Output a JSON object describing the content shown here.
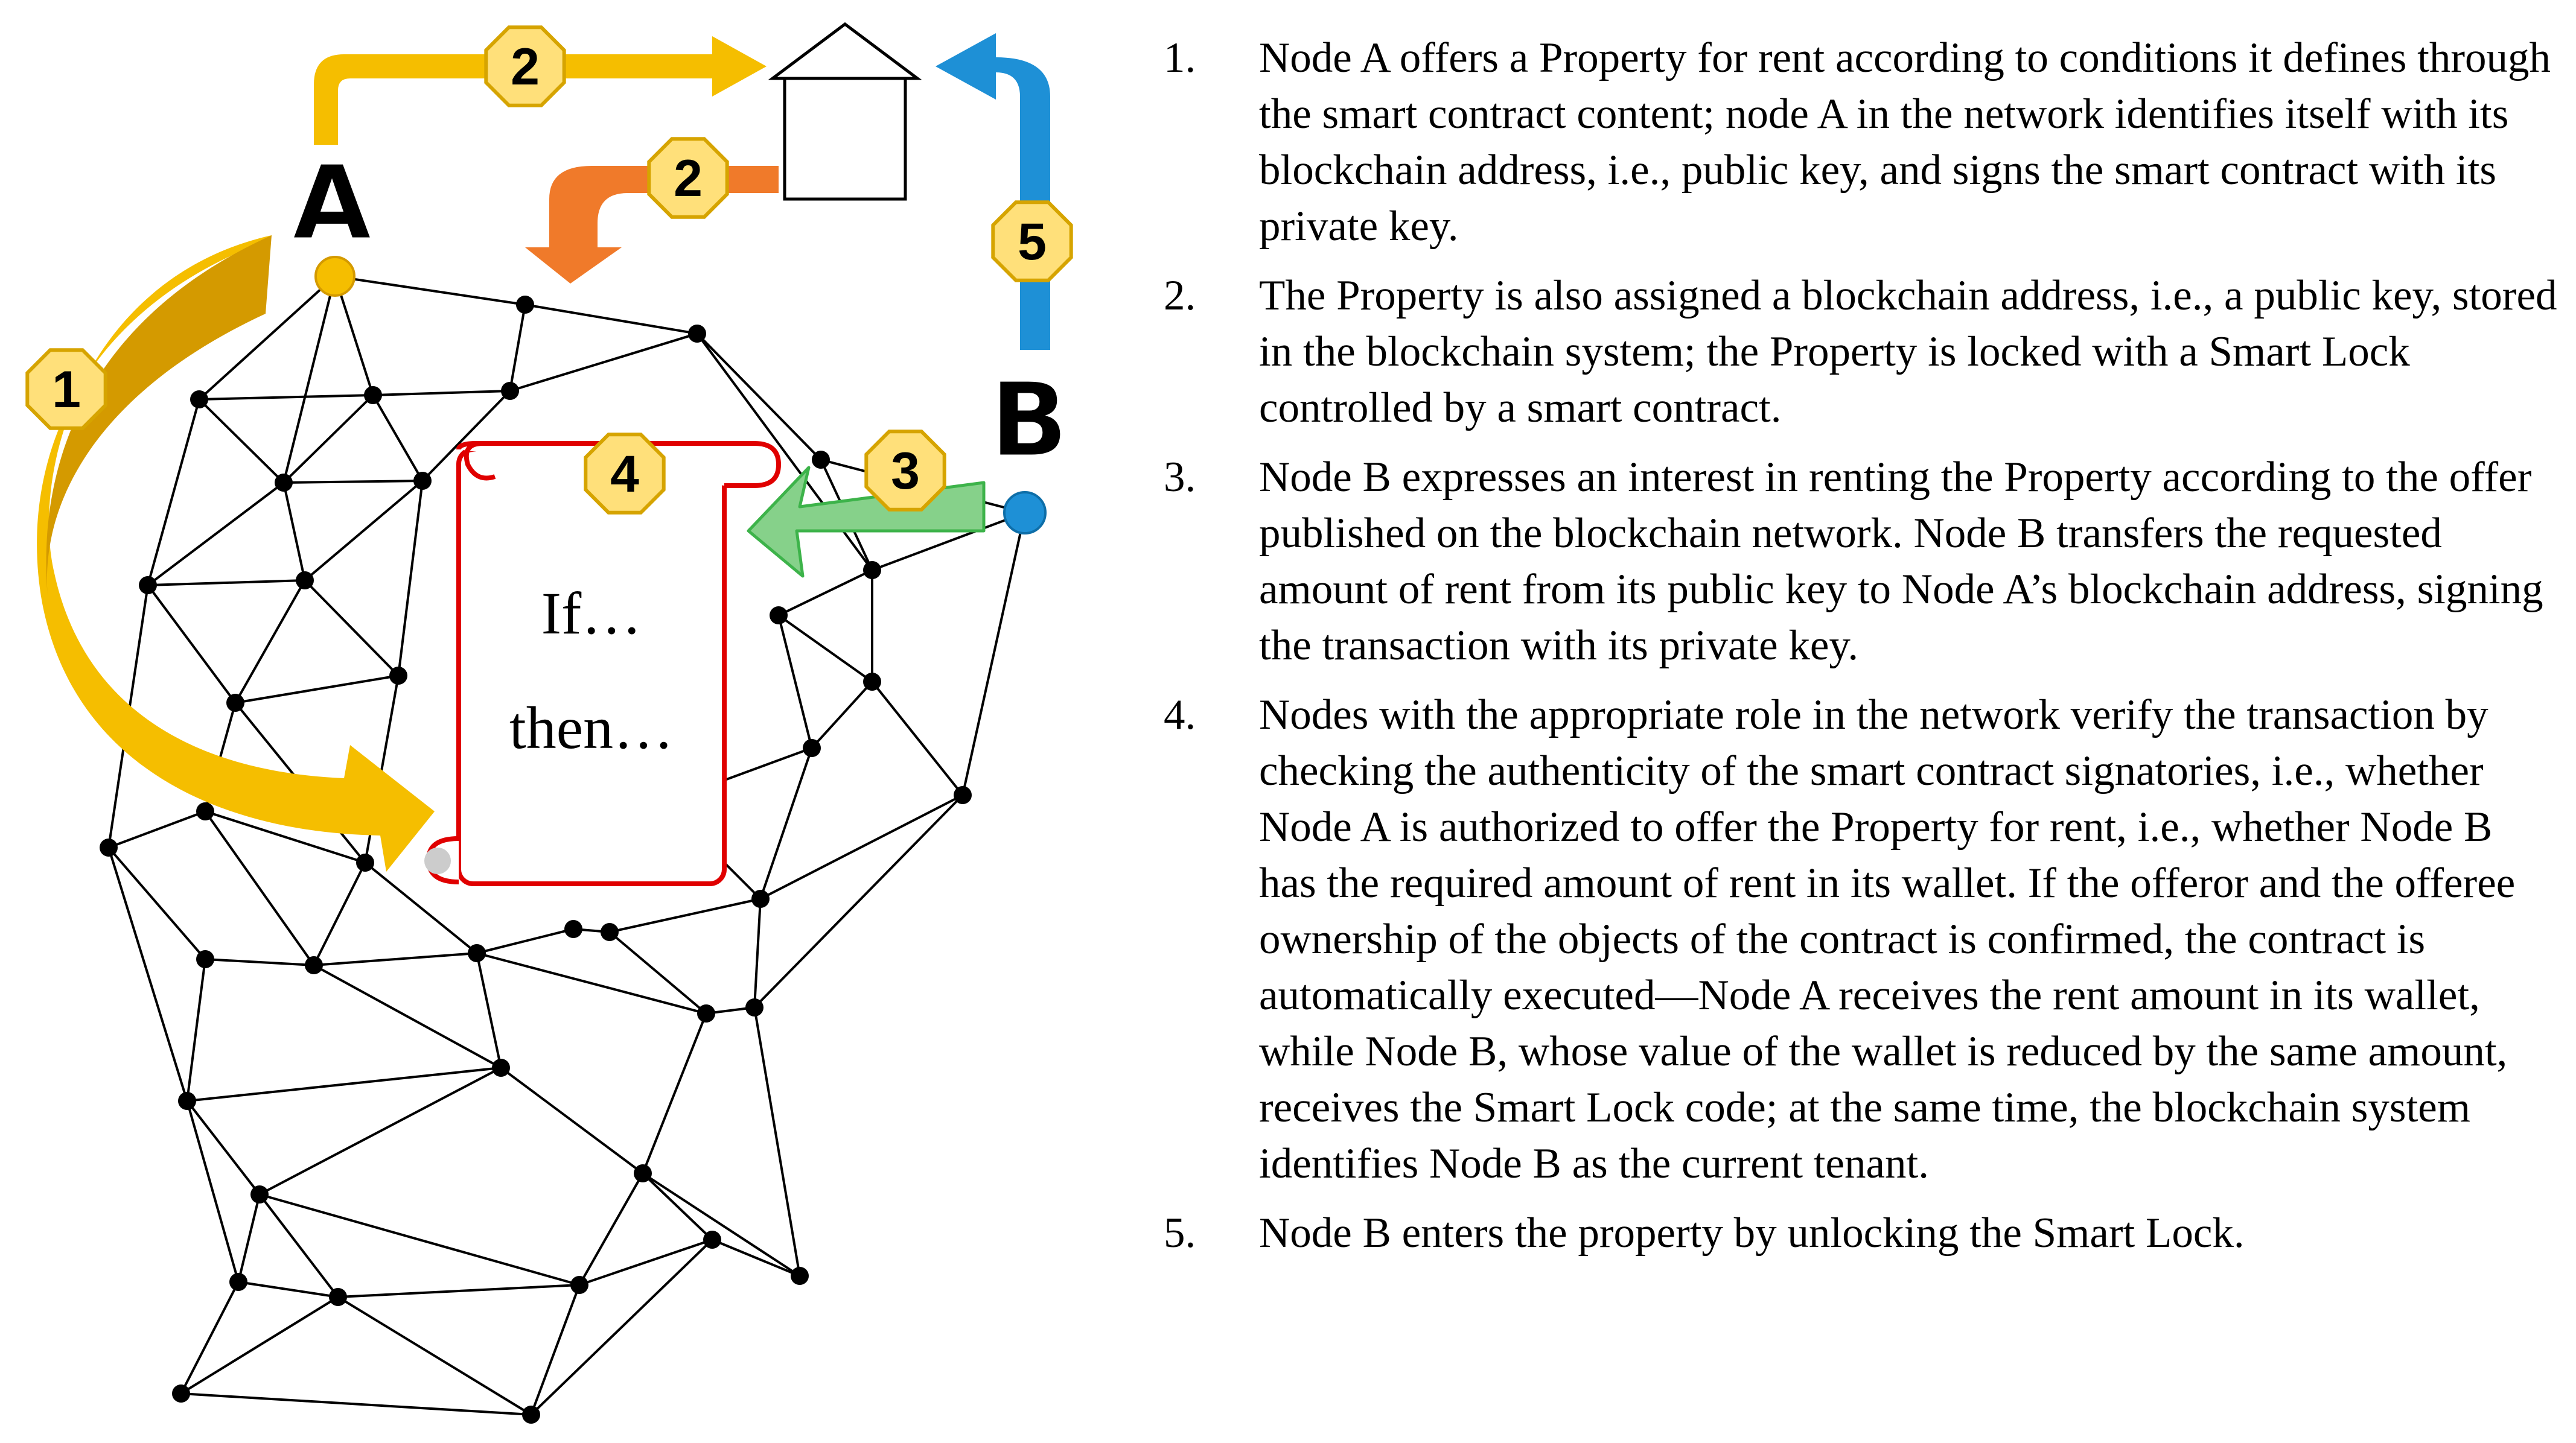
{
  "diagram": {
    "node_a_label": "A",
    "node_b_label": "B",
    "contract_line1": "If…",
    "contract_line2": "then…",
    "badges": [
      "1",
      "2",
      "2",
      "3",
      "4",
      "5"
    ],
    "colors": {
      "yellow": "#F5BE00",
      "gold": "#D49A00",
      "orange": "#F07A2A",
      "green": "#86D18A",
      "blue": "#1E90D6",
      "contract_red": "#E00000",
      "badge_fill": "#FFE07A",
      "badge_border": "#D6A400"
    }
  },
  "steps": [
    {
      "num": "1.",
      "text": "Node A  offers a Property for rent according to conditions it defines through the smart contract content; node A in the network identifies itself with its blockchain address, i.e., public key, and signs the smart contract with its private key."
    },
    {
      "num": "2.",
      "text": "The Property is also assigned a blockchain address, i.e., a public key, stored in the blockchain system; the Property is locked with a Smart Lock controlled by a smart contract."
    },
    {
      "num": "3.",
      "text": "Node B expresses an interest in renting the Property according to the offer published on the blockchain network. Node B transfers the requested amount of rent from its public key to Node A’s blockchain address, signing the transaction with its private key."
    },
    {
      "num": "4.",
      "text": "Nodes with the appropriate role in the network verify the transaction by checking the authenticity of the smart contract signatories, i.e., whether Node A is authorized to offer the Property for rent, i.e., whether Node B has the required amount of rent in its wallet. If the offeror and the offeree ownership of the objects of the contract is confirmed, the contract is automatically executed—Node A receives the rent amount in its wallet, while Node B, whose value of the wallet is reduced by the same amount, receives the Smart Lock code; at the same time, the blockchain system identifies Node B as the current tenant."
    },
    {
      "num": "5.",
      "text": "Node B enters the property by unlocking the Smart Lock."
    }
  ]
}
